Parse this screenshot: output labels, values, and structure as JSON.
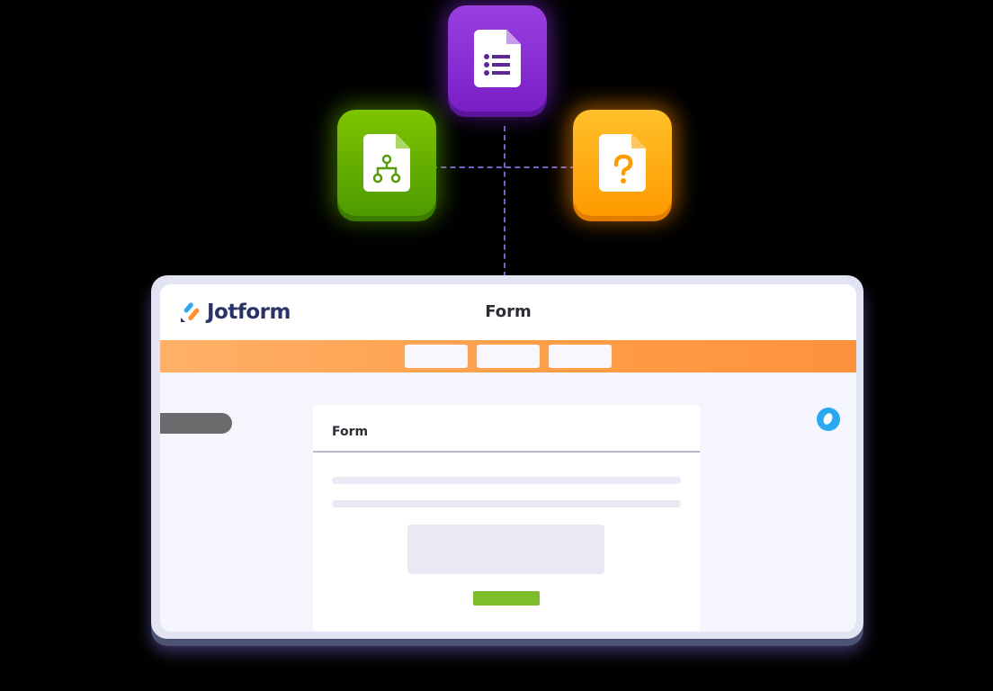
{
  "tiles": [
    {
      "name": "form-tile",
      "color": "#8a2fd6",
      "icon": "form-list-icon"
    },
    {
      "name": "workflow-tile",
      "color": "#6bb000",
      "icon": "workflow-icon"
    },
    {
      "name": "quiz-tile",
      "color": "#ffab10",
      "icon": "question-doc-icon"
    }
  ],
  "window": {
    "brand": "Jotform",
    "title": "Form",
    "toolbar_buttons": [
      "",
      "",
      ""
    ],
    "accent_color": "#ff9d45"
  },
  "form_card": {
    "heading": "Form",
    "submit_color": "#7cbd2a"
  },
  "colors": {
    "connector": "#7a63c7",
    "side_pill": "#6b6b6d",
    "indicator": "#2aa8f2"
  }
}
